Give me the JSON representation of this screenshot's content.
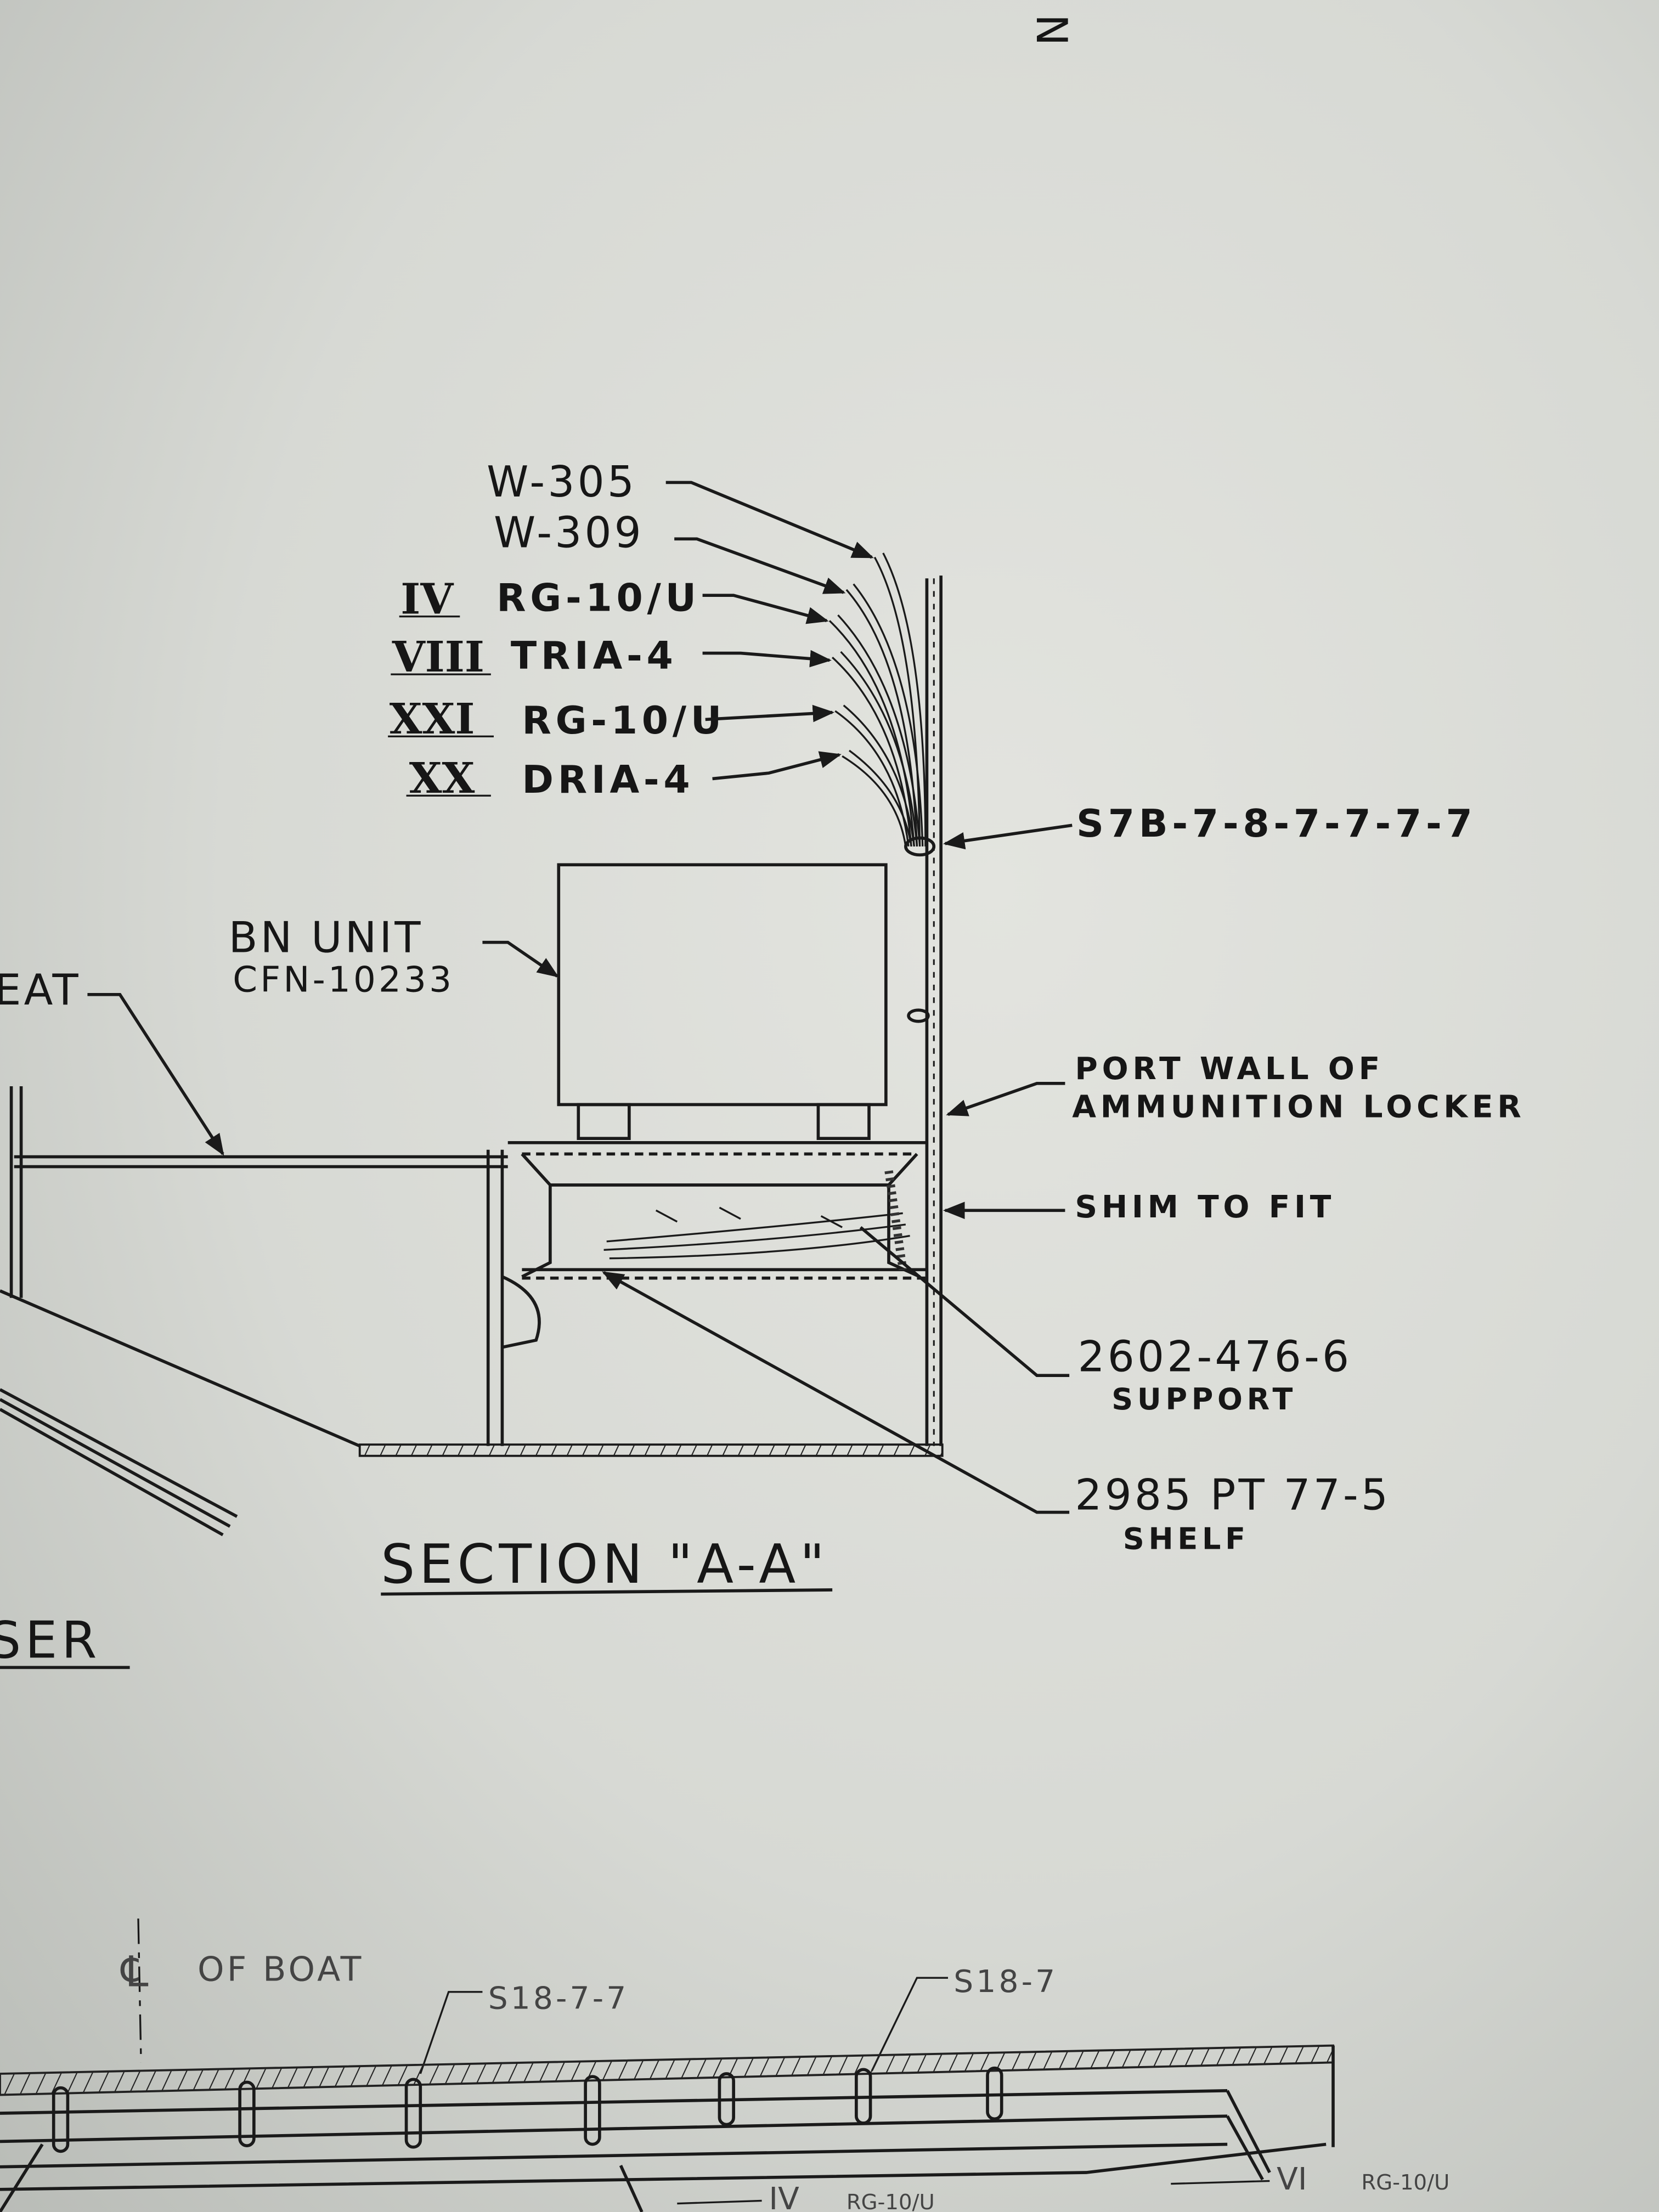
{
  "corner_mark": "N",
  "cables": [
    {
      "roman": "",
      "label": "W-305"
    },
    {
      "roman": "",
      "label": "W-309"
    },
    {
      "roman": "IV",
      "label": "RG-10/U"
    },
    {
      "roman": "VIII",
      "label": "TRIA-4"
    },
    {
      "roman": "XXI",
      "label": "RG-10/U"
    },
    {
      "roman": "XX",
      "label": "DRIA-4"
    }
  ],
  "callouts": {
    "hanger": "S7B-7-8-7-7-7-7",
    "bn_unit": "BN UNIT",
    "bn_unit_part": "CFN-10233",
    "seat_fragment": "EAT",
    "port_wall_line1": "PORT WALL OF",
    "port_wall_line2": "AMMUNITION LOCKER",
    "shim": "SHIM TO FIT",
    "support_part": "2602-476-6",
    "support_label": "SUPPORT",
    "shelf_part": "2985 PT 77-5",
    "shelf_label": "SHELF"
  },
  "section_title": "SECTION \"A-A\"",
  "left_fragment": "SER",
  "lower_view": {
    "centerline": "℄",
    "centerline_label": "OF BOAT",
    "hanger_1": "S18-7-7",
    "hanger_2": "S18-7",
    "bottom_label_1_roman": "IV",
    "bottom_label_1": "RG-10/U",
    "bottom_label_2_roman": "VI",
    "bottom_label_2": "RG-10/U"
  }
}
